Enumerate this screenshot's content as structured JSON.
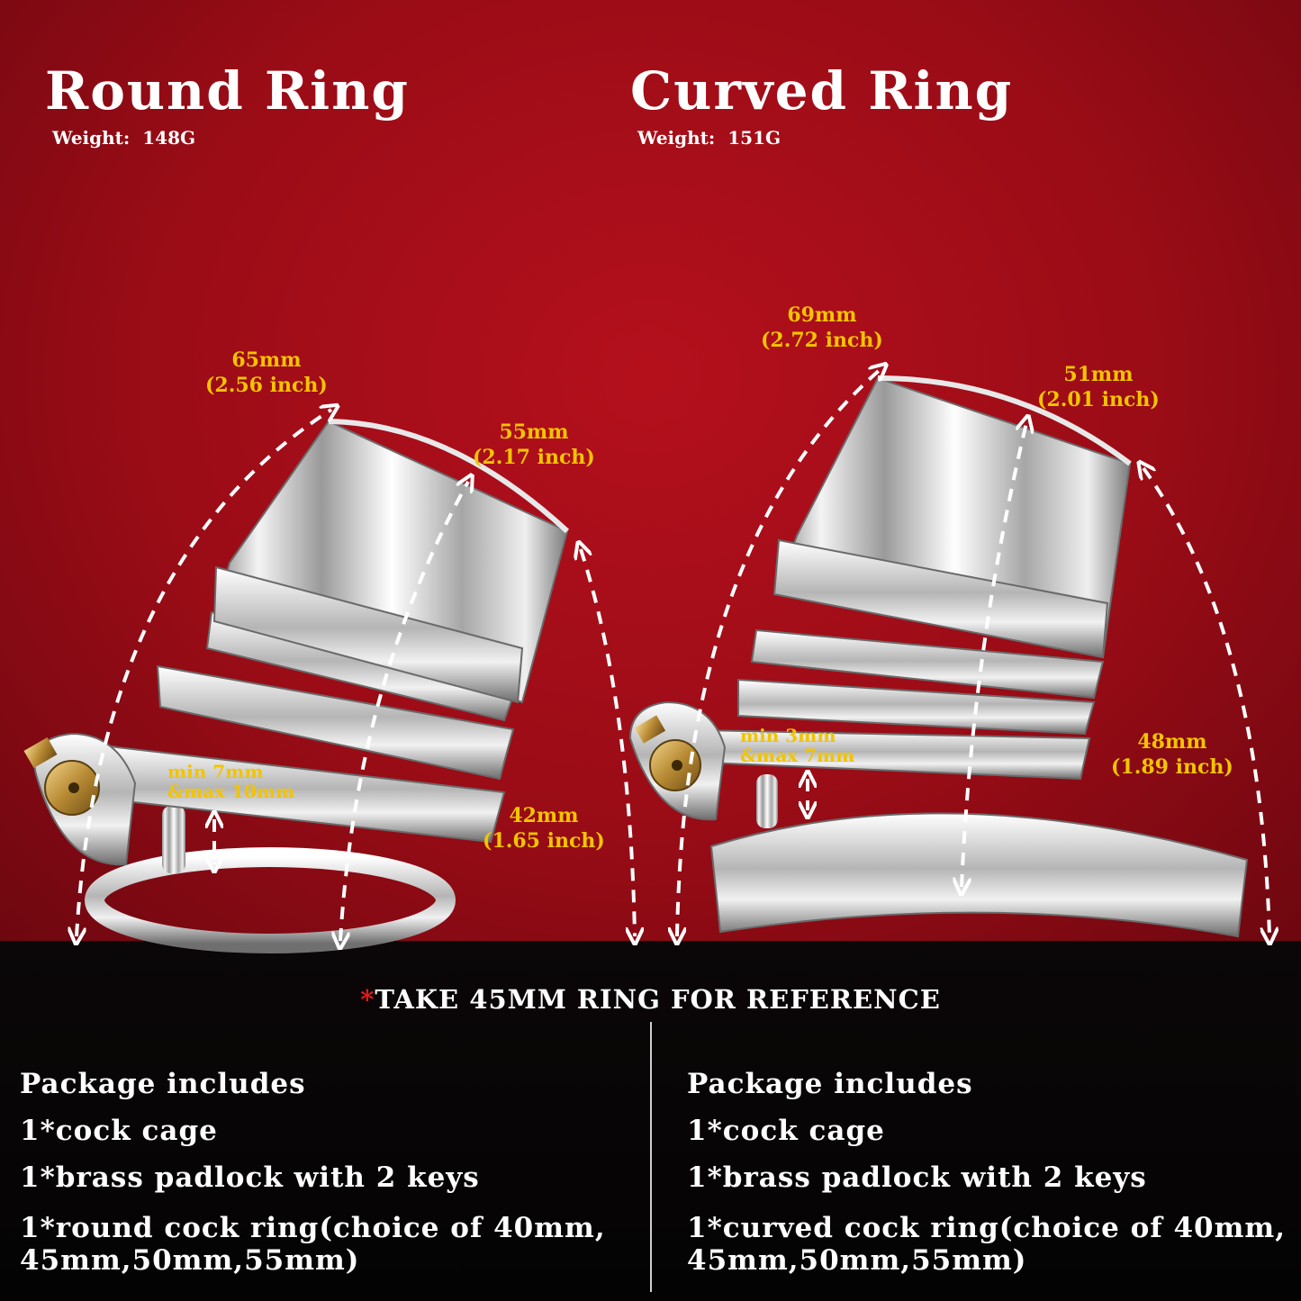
{
  "left_product": {
    "title": "Round Ring",
    "weight_label": "Weight:",
    "weight_value": "148G",
    "dims": {
      "length": {
        "mm": "65mm",
        "inch": "(2.56 inch)"
      },
      "height": {
        "mm": "55mm",
        "inch": "(2.17 inch)"
      },
      "inner": {
        "mm": "42mm",
        "inch": "(1.65 inch)"
      },
      "gap": {
        "min": "min 7mm",
        "max": "&max 10mm"
      }
    }
  },
  "right_product": {
    "title": "Curved Ring",
    "weight_label": "Weight:",
    "weight_value": "151G",
    "dims": {
      "length": {
        "mm": "69mm",
        "inch": "(2.72 inch)"
      },
      "height": {
        "mm": "51mm",
        "inch": "(2.01 inch)"
      },
      "inner": {
        "mm": "48mm",
        "inch": "(1.89 inch)"
      },
      "gap": {
        "min": "min 3mm",
        "max": "&max 7mm"
      }
    }
  },
  "reference_note": {
    "star": "*",
    "text": "TAKE 45MM RING FOR REFERENCE"
  },
  "package_left": {
    "heading": "Package includes",
    "items": [
      "1*cock cage",
      "1*brass padlock with 2 keys",
      "1*round cock ring(choice of 40mm, 45mm,50mm,55mm)"
    ]
  },
  "package_right": {
    "heading": "Package includes",
    "items": [
      "1*cock cage",
      "1*brass padlock with 2 keys",
      "1*curved cock ring(choice of 40mm, 45mm,50mm,55mm)"
    ]
  },
  "colors": {
    "background_red": "#9a0c16",
    "bottom_black": "#070505",
    "dimension_yellow": "#f2c400",
    "text_white": "#ffffff",
    "star_red": "#e01c1c"
  }
}
